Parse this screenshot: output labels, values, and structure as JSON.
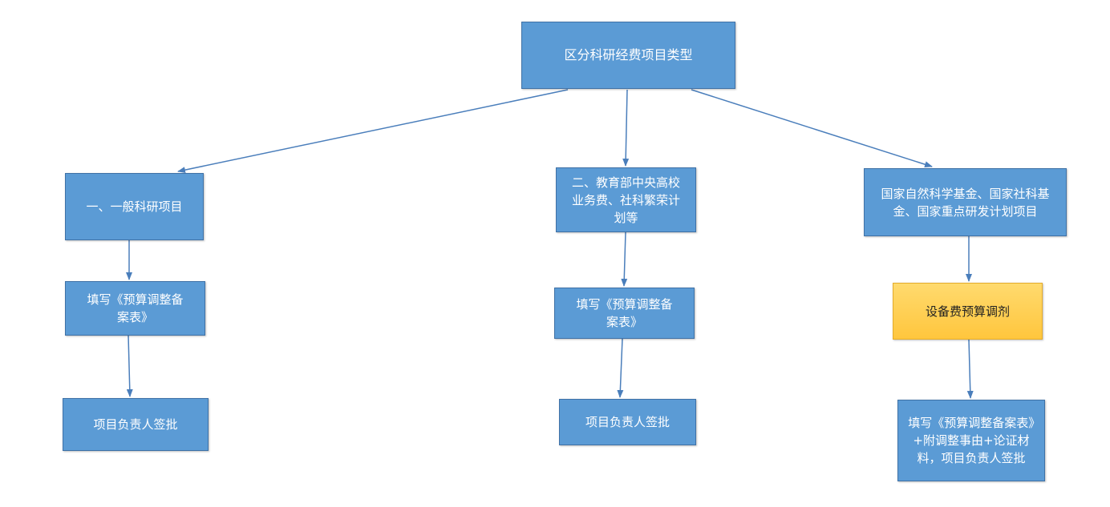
{
  "colors": {
    "node_fill": "#5b9bd5",
    "node_border": "#3f71a6",
    "highlight_fill": "#ffc63d",
    "arrow": "#4a7ebb"
  },
  "root": {
    "label": "区分科研经费项目类型"
  },
  "branch1": {
    "category": "一、一般科研项目",
    "step1": "填写《预算调整备案表》",
    "step2": "项目负责人签批"
  },
  "branch2": {
    "category": "二、教育部中央高校业务费、社科繁荣计划等",
    "step1": "填写《预算调整备案表》",
    "step2": "项目负责人签批"
  },
  "branch3": {
    "category": "国家自然科学基金、国家社科基金、国家重点研发计划项目",
    "step1": "设备费预算调剂",
    "step2": "填写《预算调整备案表》+附调整事由+论证材料，项目负责人签批"
  }
}
